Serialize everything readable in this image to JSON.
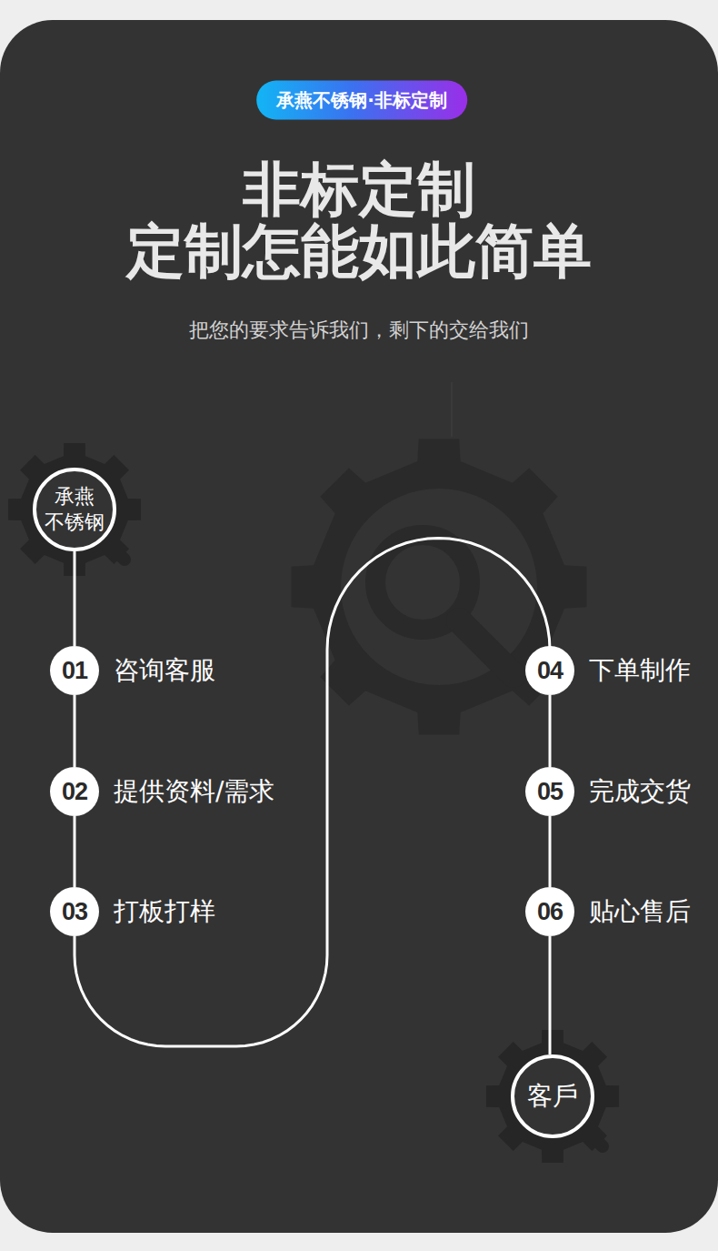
{
  "diagram": {
    "title": "非标定制 定制怎能如此简单",
    "nodes": [
      {
        "text": [
          "承燕不锈钢·非标定制"
        ]
      },
      {
        "text": [
          "承燕 不锈钢"
        ]
      },
      {
        "text": [
          "01",
          "咨询客服"
        ]
      },
      {
        "text": [
          "02",
          "提供资料/需求"
        ]
      },
      {
        "text": [
          "03",
          "打板打样"
        ]
      },
      {
        "text": [
          "04",
          "下单制作"
        ]
      },
      {
        "text": [
          "05",
          "完成交货"
        ]
      },
      {
        "text": [
          "06",
          "贴心售后"
        ]
      },
      {
        "text": [
          "客戶"
        ]
      }
    ],
    "edges": [
      {
        "from": 1,
        "to": 2,
        "arrow": "none"
      },
      {
        "from": 2,
        "to": 3,
        "arrow": "none"
      },
      {
        "from": 3,
        "to": 4,
        "arrow": "none"
      },
      {
        "from": 4,
        "to": 5,
        "arrow": "none"
      },
      {
        "from": 5,
        "to": 6,
        "arrow": "none"
      },
      {
        "from": 6,
        "to": 7,
        "arrow": "none"
      },
      {
        "from": 7,
        "to": 8,
        "arrow": "none"
      }
    ],
    "labels": [
      "把您的要求告诉我们，剩下的交给我们"
    ]
  }
}
